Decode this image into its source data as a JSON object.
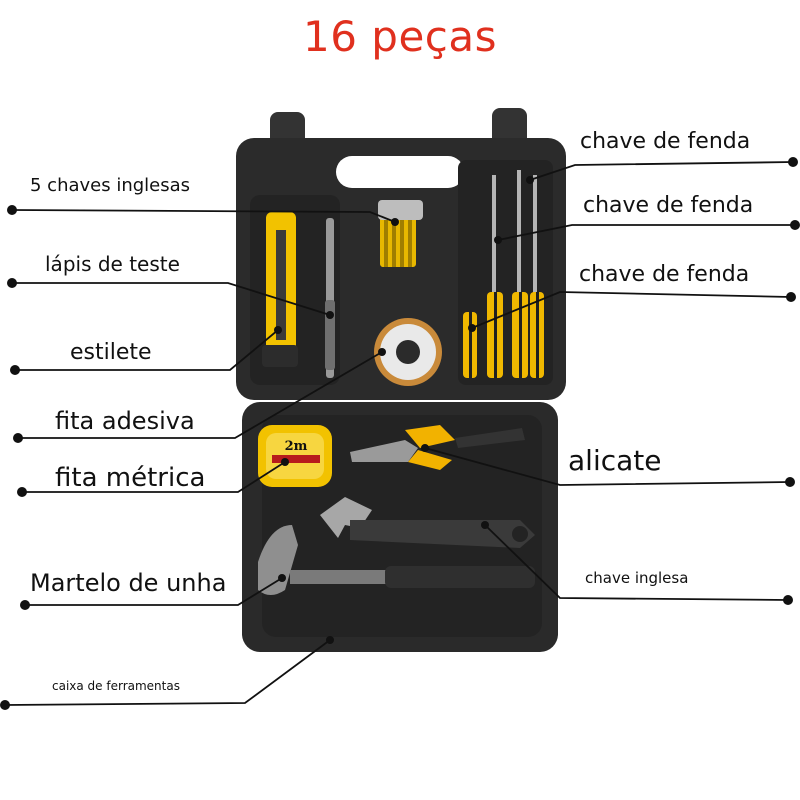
{
  "title": "16 peças",
  "labels": {
    "chaves_inglesas": "5 chaves inglesas",
    "lapis_teste": "lápis de teste",
    "estilete": "estilete",
    "fita_adesiva": "fita adesiva",
    "fita_metrica": "fita métrica",
    "martelo": "Martelo de unha",
    "caixa": "caixa de ferramentas",
    "chave_fenda_1": "chave de fenda",
    "chave_fenda_2": "chave de fenda",
    "chave_fenda_3": "chave de fenda",
    "alicate": "alicate",
    "chave_inglesa": "chave inglesa"
  },
  "tape_measure_print": "2m",
  "colors": {
    "title": "#e0301e",
    "case": "#2b2b2b",
    "tool_yellow": "#f2c200",
    "leader_line": "#111111"
  }
}
